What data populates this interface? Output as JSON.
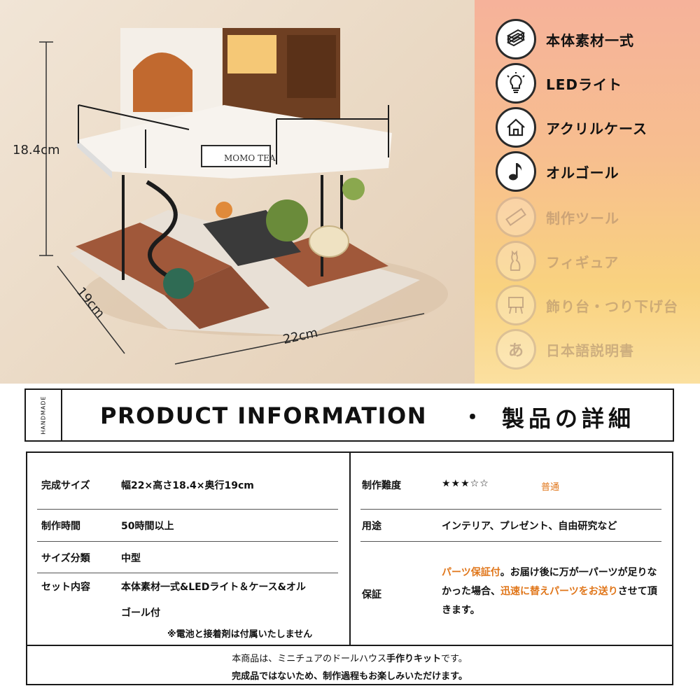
{
  "photo": {
    "dim_height": "18.4cm",
    "dim_depth": "19cm",
    "dim_width": "22cm",
    "sign_text": "MOMO TEA"
  },
  "features": [
    {
      "icon": "wood-planks-icon",
      "label": "本体素材一式",
      "active": true
    },
    {
      "icon": "light-bulb-icon",
      "label": "LEDライト",
      "active": true
    },
    {
      "icon": "house-icon",
      "label": "アクリルケース",
      "active": true
    },
    {
      "icon": "music-note-icon",
      "label": "オルゴール",
      "active": true
    },
    {
      "icon": "ruler-icon",
      "label": "制作ツール",
      "active": false
    },
    {
      "icon": "cat-icon",
      "label": "フィギュア",
      "active": false
    },
    {
      "icon": "stand-icon",
      "label": "飾り台・つり下げ台",
      "active": false
    },
    {
      "icon": "hiragana-a-icon",
      "label": "日本語説明書",
      "active": false
    }
  ],
  "header": {
    "brand": "HANDMADE",
    "title_en": "PRODUCT INFORMATION",
    "separator": "・",
    "title_jp": "製品の詳細"
  },
  "info": {
    "size_label": "完成サイズ",
    "size_value": "幅22×高さ18.4×奥行19cm",
    "time_label": "制作時間",
    "time_value": "50時間以上",
    "class_label": "サイズ分類",
    "class_value": "中型",
    "set_label": "セット内容",
    "set_value_1": "本体素材一式&LEDライト＆ケース&オル",
    "set_value_2": "ゴール付",
    "set_note": "※電池と接着剤は付属いたしません",
    "difficulty_label": "制作難度",
    "difficulty_stars": "★★★☆☆",
    "difficulty_word": "普通",
    "use_label": "用途",
    "use_value": "インテリア、プレゼント、自由研究など",
    "warranty_label": "保証",
    "warranty_a": "パーツ保証付",
    "warranty_b": "。お届け後に万が一パーツが足りなかった場合、",
    "warranty_c": "迅速に替えパーツをお送り",
    "warranty_d": "させて頂きます。"
  },
  "footer": {
    "line1_a": "本商品は、ミニチュアのドールハウス",
    "line1_b": "手作りキット",
    "line1_c": "です。",
    "line2": "完成品ではないため、制作過程もお楽しみいただけます。"
  },
  "colors": {
    "accent": "#e0761a",
    "panel_top": "#f6b29a",
    "panel_bottom": "#fbe0a0"
  }
}
